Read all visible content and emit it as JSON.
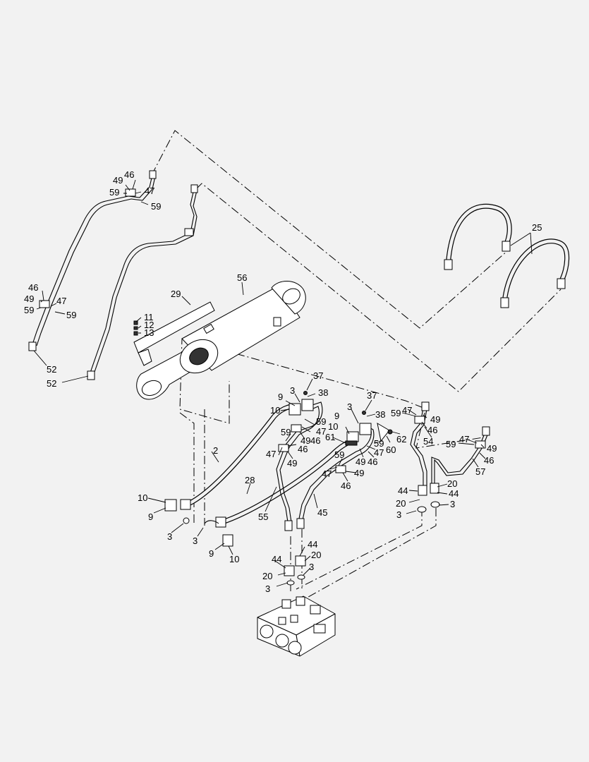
{
  "callouts": [
    {
      "id": "c-46a",
      "text": "46"
    },
    {
      "id": "c-49a",
      "text": "49"
    },
    {
      "id": "c-47a",
      "text": "47"
    },
    {
      "id": "c-59a",
      "text": "59"
    },
    {
      "id": "c-59b",
      "text": "59"
    },
    {
      "id": "c-46b",
      "text": "46"
    },
    {
      "id": "c-49b",
      "text": "49"
    },
    {
      "id": "c-47b",
      "text": "47"
    },
    {
      "id": "c-59c",
      "text": "59"
    },
    {
      "id": "c-59d",
      "text": "59"
    },
    {
      "id": "c-52a",
      "text": "52"
    },
    {
      "id": "c-52b",
      "text": "52"
    },
    {
      "id": "c-29",
      "text": "29"
    },
    {
      "id": "c-56",
      "text": "56"
    },
    {
      "id": "c-11",
      "text": "11"
    },
    {
      "id": "c-12",
      "text": "12"
    },
    {
      "id": "c-13",
      "text": "13"
    },
    {
      "id": "c-25",
      "text": "25"
    },
    {
      "id": "c-37a",
      "text": "37"
    },
    {
      "id": "c-38a",
      "text": "38"
    },
    {
      "id": "c-3a",
      "text": "3"
    },
    {
      "id": "c-9a",
      "text": "9"
    },
    {
      "id": "c-10a",
      "text": "10"
    },
    {
      "id": "c-59e",
      "text": "59"
    },
    {
      "id": "c-49c",
      "text": "49"
    },
    {
      "id": "c-47c",
      "text": "47"
    },
    {
      "id": "c-46c",
      "text": "46"
    },
    {
      "id": "c-59f",
      "text": "59"
    },
    {
      "id": "c-47d",
      "text": "47"
    },
    {
      "id": "c-46d",
      "text": "46"
    },
    {
      "id": "c-49d",
      "text": "49"
    },
    {
      "id": "c-37b",
      "text": "37"
    },
    {
      "id": "c-38b",
      "text": "38"
    },
    {
      "id": "c-3b",
      "text": "3"
    },
    {
      "id": "c-9b",
      "text": "9"
    },
    {
      "id": "c-10b",
      "text": "10"
    },
    {
      "id": "c-61",
      "text": "61"
    },
    {
      "id": "c-59g",
      "text": "59"
    },
    {
      "id": "c-47e",
      "text": "47"
    },
    {
      "id": "c-49e",
      "text": "49"
    },
    {
      "id": "c-46e",
      "text": "46"
    },
    {
      "id": "c-60",
      "text": "60"
    },
    {
      "id": "c-62",
      "text": "62"
    },
    {
      "id": "c-59h",
      "text": "59"
    },
    {
      "id": "c-47f",
      "text": "47"
    },
    {
      "id": "c-49f",
      "text": "49"
    },
    {
      "id": "c-46f",
      "text": "46"
    },
    {
      "id": "c-59i",
      "text": "59"
    },
    {
      "id": "c-47g",
      "text": "47"
    },
    {
      "id": "c-49g",
      "text": "49"
    },
    {
      "id": "c-46g",
      "text": "46"
    },
    {
      "id": "c-54",
      "text": "54"
    },
    {
      "id": "c-59j",
      "text": "59"
    },
    {
      "id": "c-47h",
      "text": "47"
    },
    {
      "id": "c-49h",
      "text": "49"
    },
    {
      "id": "c-46h",
      "text": "46"
    },
    {
      "id": "c-57",
      "text": "57"
    },
    {
      "id": "c-2",
      "text": "2"
    },
    {
      "id": "c-28",
      "text": "28"
    },
    {
      "id": "c-55",
      "text": "55"
    },
    {
      "id": "c-45",
      "text": "45"
    },
    {
      "id": "c-10c",
      "text": "10"
    },
    {
      "id": "c-9c",
      "text": "9"
    },
    {
      "id": "c-3c",
      "text": "3"
    },
    {
      "id": "c-3d",
      "text": "3"
    },
    {
      "id": "c-9d",
      "text": "9"
    },
    {
      "id": "c-10d",
      "text": "10"
    },
    {
      "id": "c-44a",
      "text": "44"
    },
    {
      "id": "c-20a",
      "text": "20"
    },
    {
      "id": "c-44b",
      "text": "44"
    },
    {
      "id": "c-20b",
      "text": "20"
    },
    {
      "id": "c-3e",
      "text": "3"
    },
    {
      "id": "c-3f",
      "text": "3"
    },
    {
      "id": "c-44c",
      "text": "44"
    },
    {
      "id": "c-20c",
      "text": "20"
    },
    {
      "id": "c-44d",
      "text": "44"
    },
    {
      "id": "c-20d",
      "text": "20"
    },
    {
      "id": "c-3g",
      "text": "3"
    },
    {
      "id": "c-3h",
      "text": "3"
    }
  ]
}
